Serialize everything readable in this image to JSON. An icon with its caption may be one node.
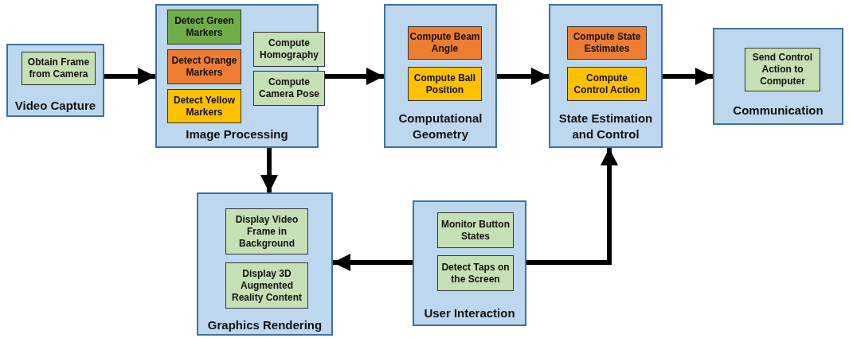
{
  "diagram": {
    "nodes": [
      {
        "text": [
          "Video Capture"
        ]
      },
      {
        "text": [
          "Obtain Frame from Camera"
        ],
        "in": 0
      },
      {
        "text": [
          "Image Processing"
        ]
      },
      {
        "text": [
          "Detect Green Markers"
        ],
        "in": 2
      },
      {
        "text": [
          "Compute Homography"
        ],
        "in": 2
      },
      {
        "text": [
          "Detect Orange Markers"
        ],
        "in": 2
      },
      {
        "text": [
          "Compute Camera Pose"
        ],
        "in": 2
      },
      {
        "text": [
          "Detect Yellow Markers"
        ],
        "in": 2
      },
      {
        "text": [
          "Computational Geometry"
        ]
      },
      {
        "text": [
          "Compute Beam Angle"
        ],
        "in": 8
      },
      {
        "text": [
          "Compute Ball Position"
        ],
        "in": 8
      },
      {
        "text": [
          "State Estimation and Control"
        ]
      },
      {
        "text": [
          "Compute State Estimates"
        ],
        "in": 11
      },
      {
        "text": [
          "Compute Control Action"
        ],
        "in": 11
      },
      {
        "text": [
          "Communication"
        ]
      },
      {
        "text": [
          "Send Control Action to Computer"
        ],
        "in": 14
      },
      {
        "text": [
          "Graphics Rendering"
        ]
      },
      {
        "text": [
          "Display Video Frame in Background"
        ],
        "in": 16
      },
      {
        "text": [
          "Display 3D Augmented Reality Content"
        ],
        "in": 16
      },
      {
        "text": [
          "User Interaction"
        ]
      },
      {
        "text": [
          "Monitor Button States"
        ],
        "in": 19
      },
      {
        "text": [
          "Detect Taps on the Screen"
        ],
        "in": 19
      }
    ],
    "edges": [
      {
        "from": 0,
        "to": 2,
        "arrow": "to"
      },
      {
        "from": 2,
        "to": 8,
        "arrow": "to"
      },
      {
        "from": 8,
        "to": 11,
        "arrow": "to"
      },
      {
        "from": 11,
        "to": 14,
        "arrow": "to"
      },
      {
        "from": 2,
        "to": 16,
        "arrow": "to"
      },
      {
        "from": 19,
        "to": 11,
        "arrow": "to"
      },
      {
        "from": 19,
        "to": 16,
        "arrow": "to"
      }
    ]
  }
}
